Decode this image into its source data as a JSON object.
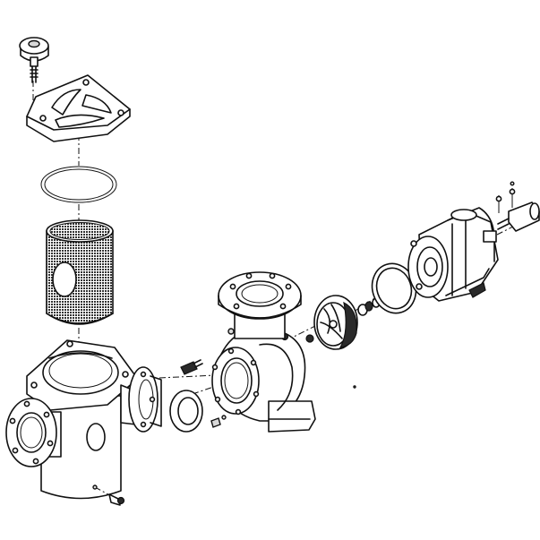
{
  "drawing": {
    "type": "exploded pump assembly",
    "components": [
      "lid-knob",
      "strainer-lid",
      "lid-o-ring",
      "strainer-basket",
      "strainer-housing",
      "inlet-flange",
      "drain-plug",
      "housing-connection-flange",
      "flange-gasket",
      "pump-volute",
      "outlet-flange",
      "impeller",
      "mechanical-seal",
      "seal-plate-gasket",
      "motor-adapter",
      "electrical-connector"
    ]
  }
}
